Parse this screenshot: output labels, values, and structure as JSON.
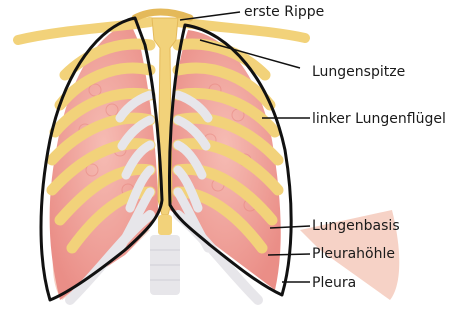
{
  "labels": {
    "first_rib": "erste Rippe",
    "lung_apex": "Lungenspitze",
    "left_lung": "linker Lungenflügel",
    "lung_base": "Lungenbasis",
    "pleural_cavity": "Pleurahöhle",
    "pleura": "Pleura"
  },
  "colors": {
    "bone": "#f2d27a",
    "bone_shadow": "#e4b95a",
    "lung": "#f2a7a0",
    "lung_dark": "#e57e78",
    "pleural_cavity": "#f6d2c6",
    "cartilage": "#e7e6ea",
    "outline": "#111111",
    "leader_line": "#111111"
  }
}
